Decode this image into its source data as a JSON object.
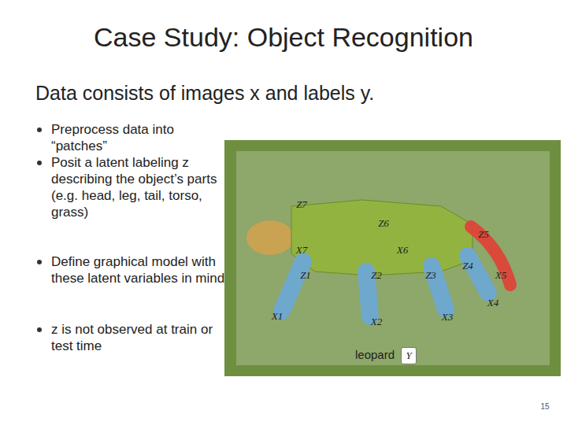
{
  "diagram": {
    "title": "Case Study: Object Recognition",
    "nodes": [
      {
        "text": [
          "Y"
        ]
      }
    ],
    "labels": [
      "Data consists of images x and labels y.",
      "Preprocess data into “patches”",
      "Posit a latent labeling z describing the object’s parts (e.g. head, leg, tail, torso, grass)",
      "Define graphical model with these latent variables in mind",
      "z is not observed at train or test time",
      "Z7",
      "Z6",
      "Z5",
      "X7",
      "X6",
      "Z1",
      "Z2",
      "Z3",
      "Z4",
      "X5",
      "X4",
      "X1",
      "X2",
      "X3",
      "leopard",
      "15"
    ]
  }
}
